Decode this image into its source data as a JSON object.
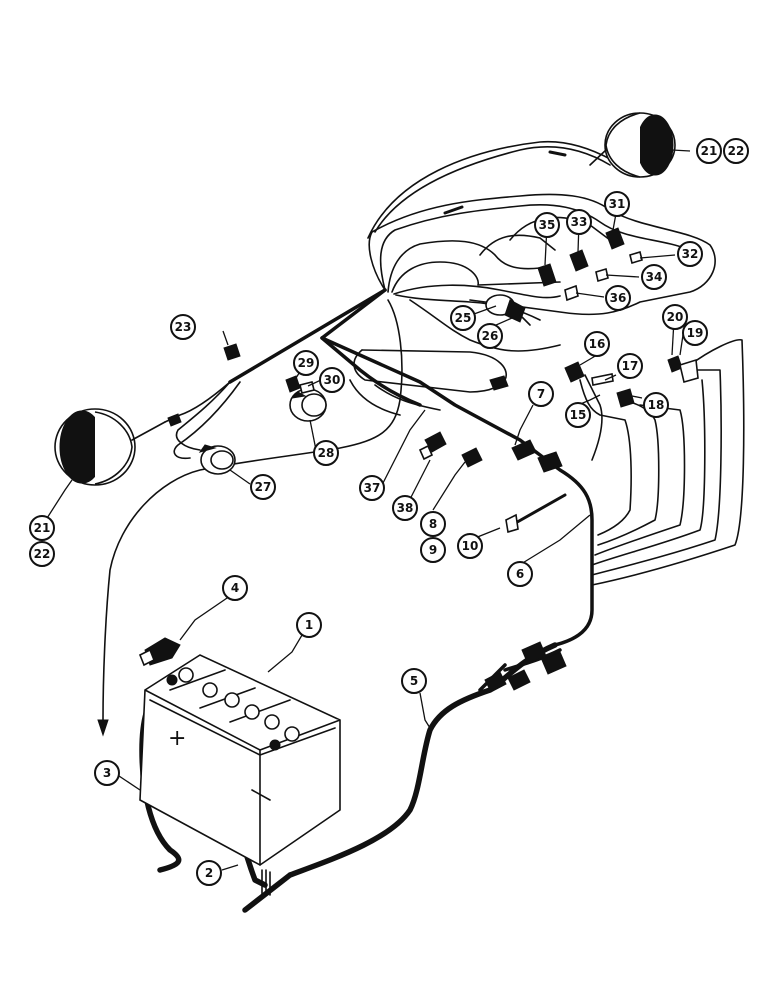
{
  "diagram": {
    "battery_symbol": "+",
    "callouts": {
      "c1": "1",
      "c2": "2",
      "c3": "3",
      "c4": "4",
      "c5": "5",
      "c6": "6",
      "c7": "7",
      "c8": "8",
      "c9": "9",
      "c10": "10",
      "c15": "15",
      "c16": "16",
      "c17": "17",
      "c18": "18",
      "c19": "19",
      "c20": "20",
      "c21a": "21",
      "c22a": "22",
      "c21b": "21",
      "c22b": "22",
      "c23": "23",
      "c25": "25",
      "c26": "26",
      "c27": "27",
      "c28": "28",
      "c29": "29",
      "c30": "30",
      "c31": "31",
      "c32": "32",
      "c33": "33",
      "c34": "34",
      "c35": "35",
      "c36": "36",
      "c37": "37",
      "c38": "38"
    }
  }
}
